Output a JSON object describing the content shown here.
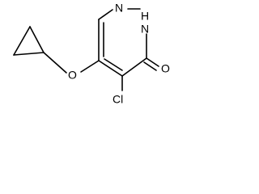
{
  "molecule": {
    "atoms": {
      "n_ring": "N",
      "nh": "N",
      "h_on_n": "H",
      "oxygen_carbonyl": "O",
      "oxygen_ether": "O",
      "chlorine": "Cl"
    }
  },
  "colors": {
    "bond": "#000000",
    "text": "#000000",
    "background": "#ffffff"
  }
}
